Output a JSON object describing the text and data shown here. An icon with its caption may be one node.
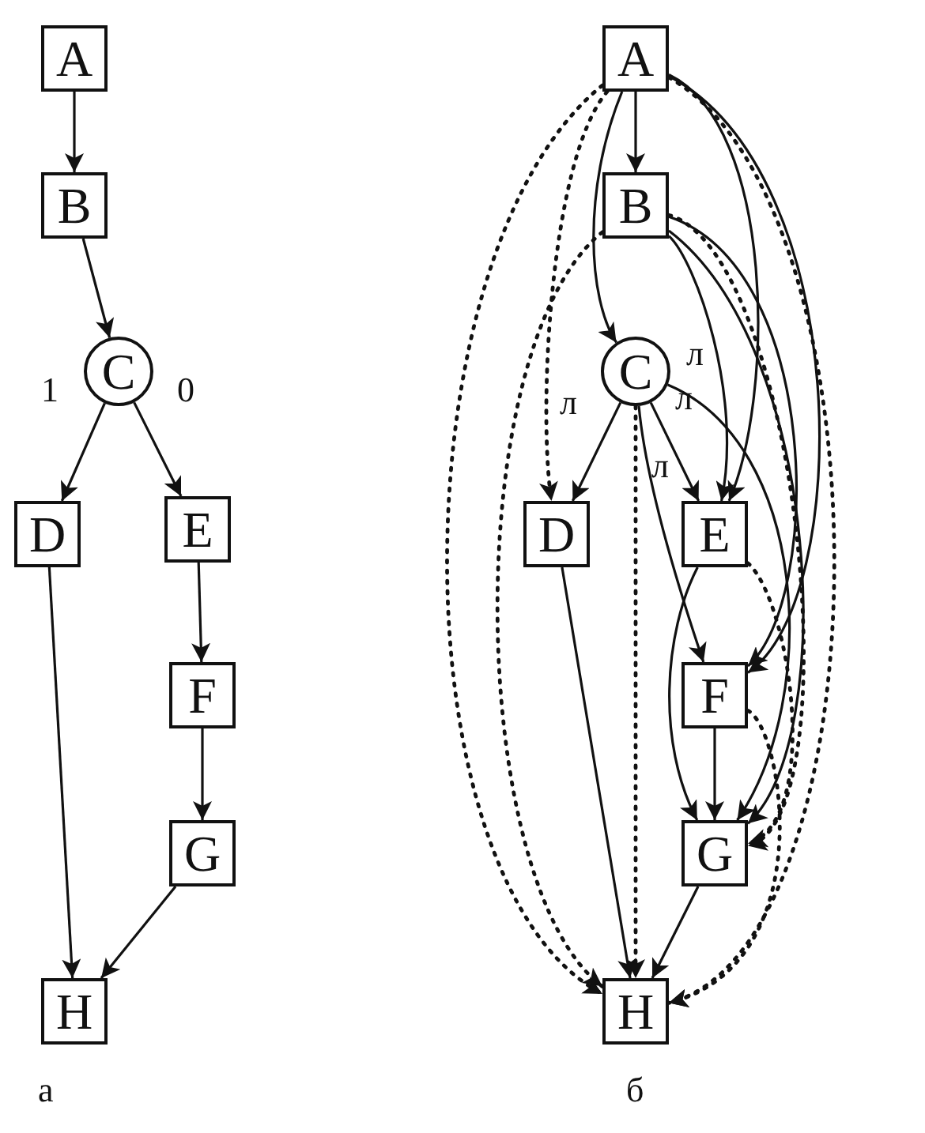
{
  "diagram": {
    "nodes": [
      {
        "text": [
          "A"
        ]
      },
      {
        "text": [
          "B"
        ]
      },
      {
        "text": [
          "C"
        ]
      },
      {
        "text": [
          "D"
        ]
      },
      {
        "text": [
          "E"
        ]
      },
      {
        "text": [
          "F"
        ]
      },
      {
        "text": [
          "G"
        ]
      },
      {
        "text": [
          "H"
        ]
      },
      {
        "text": [
          "A"
        ]
      },
      {
        "text": [
          "B"
        ]
      },
      {
        "text": [
          "C"
        ]
      },
      {
        "text": [
          "D"
        ]
      },
      {
        "text": [
          "E"
        ]
      },
      {
        "text": [
          "F"
        ]
      },
      {
        "text": [
          "G"
        ]
      },
      {
        "text": [
          "H"
        ]
      }
    ],
    "edges": [
      {
        "from": 0,
        "to": 1,
        "arrow": "to"
      },
      {
        "from": 1,
        "to": 2,
        "arrow": "to"
      },
      {
        "from": 2,
        "to": 3,
        "label": "1",
        "arrow": "to"
      },
      {
        "from": 2,
        "to": 4,
        "label": "0",
        "arrow": "to"
      },
      {
        "from": 4,
        "to": 5,
        "arrow": "to"
      },
      {
        "from": 5,
        "to": 6,
        "arrow": "to"
      },
      {
        "from": 3,
        "to": 7,
        "arrow": "to"
      },
      {
        "from": 6,
        "to": 7,
        "arrow": "to"
      },
      {
        "from": 8,
        "to": 9,
        "arrow": "to"
      },
      {
        "from": 8,
        "to": 10,
        "arrow": "to"
      },
      {
        "from": 8,
        "to": 12,
        "arrow": "to"
      },
      {
        "from": 8,
        "to": 13,
        "arrow": "to"
      },
      {
        "from": 9,
        "to": 12,
        "arrow": "to"
      },
      {
        "from": 9,
        "to": 13,
        "arrow": "to"
      },
      {
        "from": 9,
        "to": 14,
        "arrow": "to"
      },
      {
        "from": 10,
        "to": 11,
        "label": "л",
        "arrow": "to"
      },
      {
        "from": 10,
        "to": 12,
        "label": "л",
        "arrow": "to"
      },
      {
        "from": 10,
        "to": 13,
        "label": "л",
        "arrow": "to"
      },
      {
        "from": 10,
        "to": 14,
        "label": "л",
        "arrow": "to"
      },
      {
        "from": 12,
        "to": 14,
        "arrow": "to"
      },
      {
        "from": 13,
        "to": 14,
        "arrow": "to"
      },
      {
        "from": 11,
        "to": 15,
        "arrow": "to"
      },
      {
        "from": 14,
        "to": 15,
        "arrow": "to"
      },
      {
        "from": 8,
        "to": 11,
        "arrow": "to",
        "style": "dashed"
      },
      {
        "from": 8,
        "to": 15,
        "arrow": "to",
        "style": "dashed"
      },
      {
        "from": 9,
        "to": 15,
        "arrow": "to",
        "style": "dashed"
      },
      {
        "from": 10,
        "to": 15,
        "arrow": "to",
        "style": "dashed"
      },
      {
        "from": 8,
        "to": 15,
        "arrow": "to",
        "style": "dashed"
      },
      {
        "from": 9,
        "to": 14,
        "arrow": "to",
        "style": "dashed"
      },
      {
        "from": 12,
        "to": 14,
        "arrow": "to",
        "style": "dashed"
      },
      {
        "from": 13,
        "to": 15,
        "arrow": "to",
        "style": "dashed"
      }
    ],
    "labels": [
      "а",
      "б"
    ]
  }
}
